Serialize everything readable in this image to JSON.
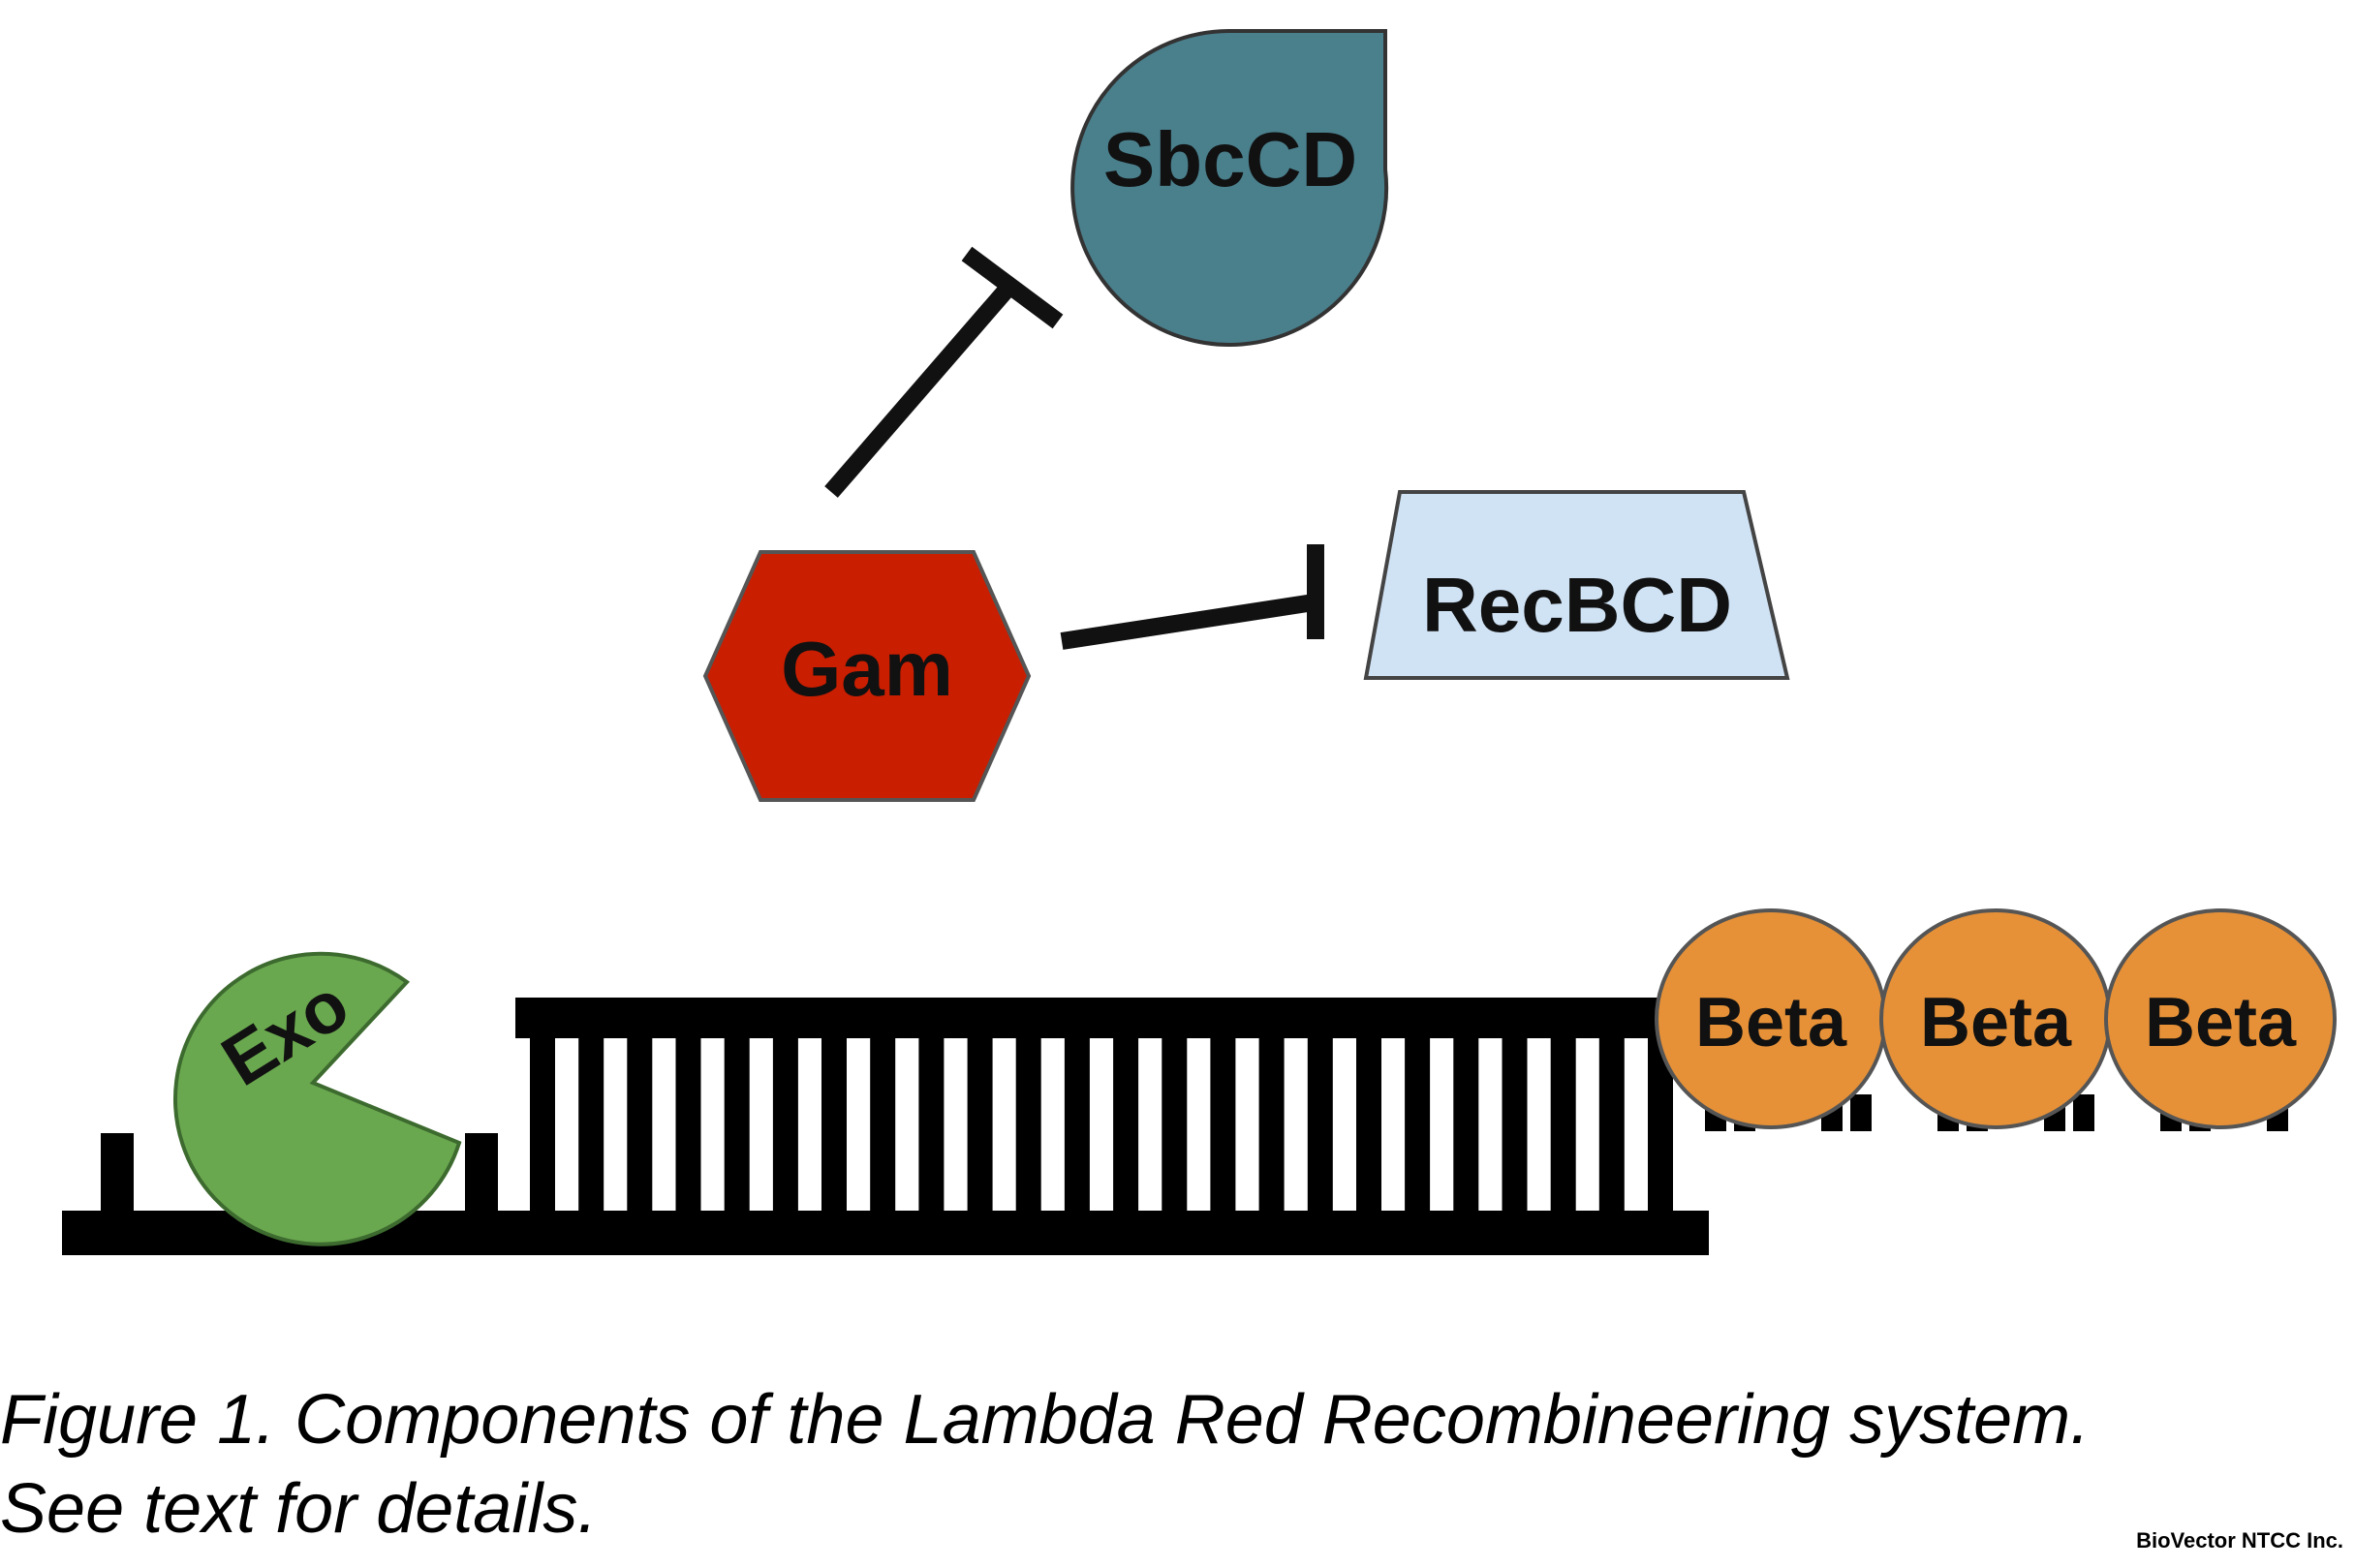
{
  "diagram": {
    "proteins": {
      "sbccd": {
        "label": "SbcCD",
        "color": "#4a7f8c"
      },
      "recbcd": {
        "label": "RecBCD",
        "color": "#d0e3f5"
      },
      "gam": {
        "label": "Gam",
        "color": "#c91e00"
      },
      "exo": {
        "label": "Exo",
        "color": "#6aa84f"
      },
      "beta": [
        {
          "label": "Beta",
          "color": "#e69138"
        },
        {
          "label": "Beta",
          "color": "#e69138"
        },
        {
          "label": "Beta",
          "color": "#e69138"
        }
      ]
    },
    "dna_color": "#000000"
  },
  "caption": {
    "line1": "Figure 1. Components of the Lambda Red Recombineering system.",
    "line2": "See text for details."
  },
  "credit": "BioVector NTCC Inc."
}
